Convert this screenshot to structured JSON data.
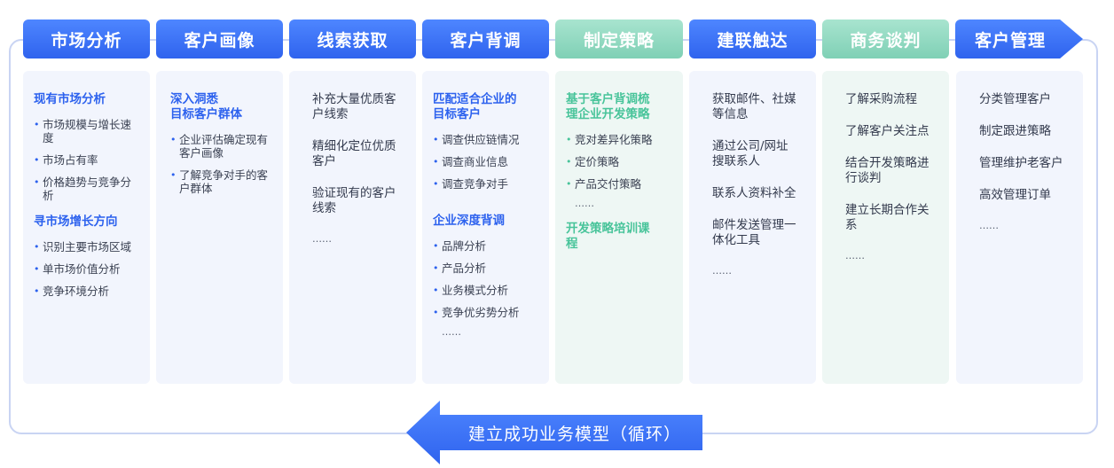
{
  "loop_label": "建立成功业务模型（循环）",
  "colors": {
    "blue": "#2f63ee",
    "green": "#7fd0b5",
    "card_blue": "#f2f5fd",
    "card_green": "#eef7f4"
  },
  "stages": [
    {
      "header": "市场分析",
      "sections": [
        {
          "title": "现有市场分析",
          "bullets": [
            "市场规模与增长速度",
            "市场占有率",
            "价格趋势与竞争分析"
          ]
        },
        {
          "title": "寻市场增长方向",
          "bullets": [
            "识别主要市场区域",
            "单市场价值分析",
            "竞争环境分析"
          ]
        }
      ]
    },
    {
      "header": "客户画像",
      "sections": [
        {
          "title": "深入洞悉\n目标客户群体",
          "bullets": [
            "企业评估确定现有客户画像",
            "了解竞争对手的客户群体"
          ]
        }
      ]
    },
    {
      "header": "线索获取",
      "items": [
        "补充大量优质客户线索",
        "精细化定位优质客户",
        "验证现有的客户线索"
      ],
      "dots": "……"
    },
    {
      "header": "客户背调",
      "sections": [
        {
          "title": "匹配适合企业的目标客户",
          "bullets": [
            "调查供应链情况",
            "调查商业信息",
            "调查竞争对手"
          ]
        },
        {
          "title": "企业深度背调",
          "bullets": [
            "品牌分析",
            "产品分析",
            "业务模式分析",
            "竞争优劣势分析"
          ],
          "dots": "……"
        }
      ]
    },
    {
      "header": "制定策略",
      "sections": [
        {
          "title": "基于客户背调梳理企业开发策略",
          "bullets": [
            "竞对差异化策略",
            "定价策略",
            "产品交付策略"
          ],
          "dots": "……"
        },
        {
          "title": "开发策略培训课程",
          "bullets": []
        }
      ]
    },
    {
      "header": "建联触达",
      "items": [
        "获取邮件、社媒等信息",
        "通过公司/网址搜联系人",
        "联系人资料补全",
        "邮件发送管理一体化工具"
      ],
      "dots": "……"
    },
    {
      "header": "商务谈判",
      "items": [
        "了解采购流程",
        "了解客户关注点",
        "结合开发策略进行谈判",
        "建立长期合作关系"
      ],
      "dots": "……"
    },
    {
      "header": "客户管理",
      "items": [
        "分类管理客户",
        "制定跟进策略",
        "管理维护老客户",
        "高效管理订单"
      ],
      "dots": "……"
    }
  ]
}
